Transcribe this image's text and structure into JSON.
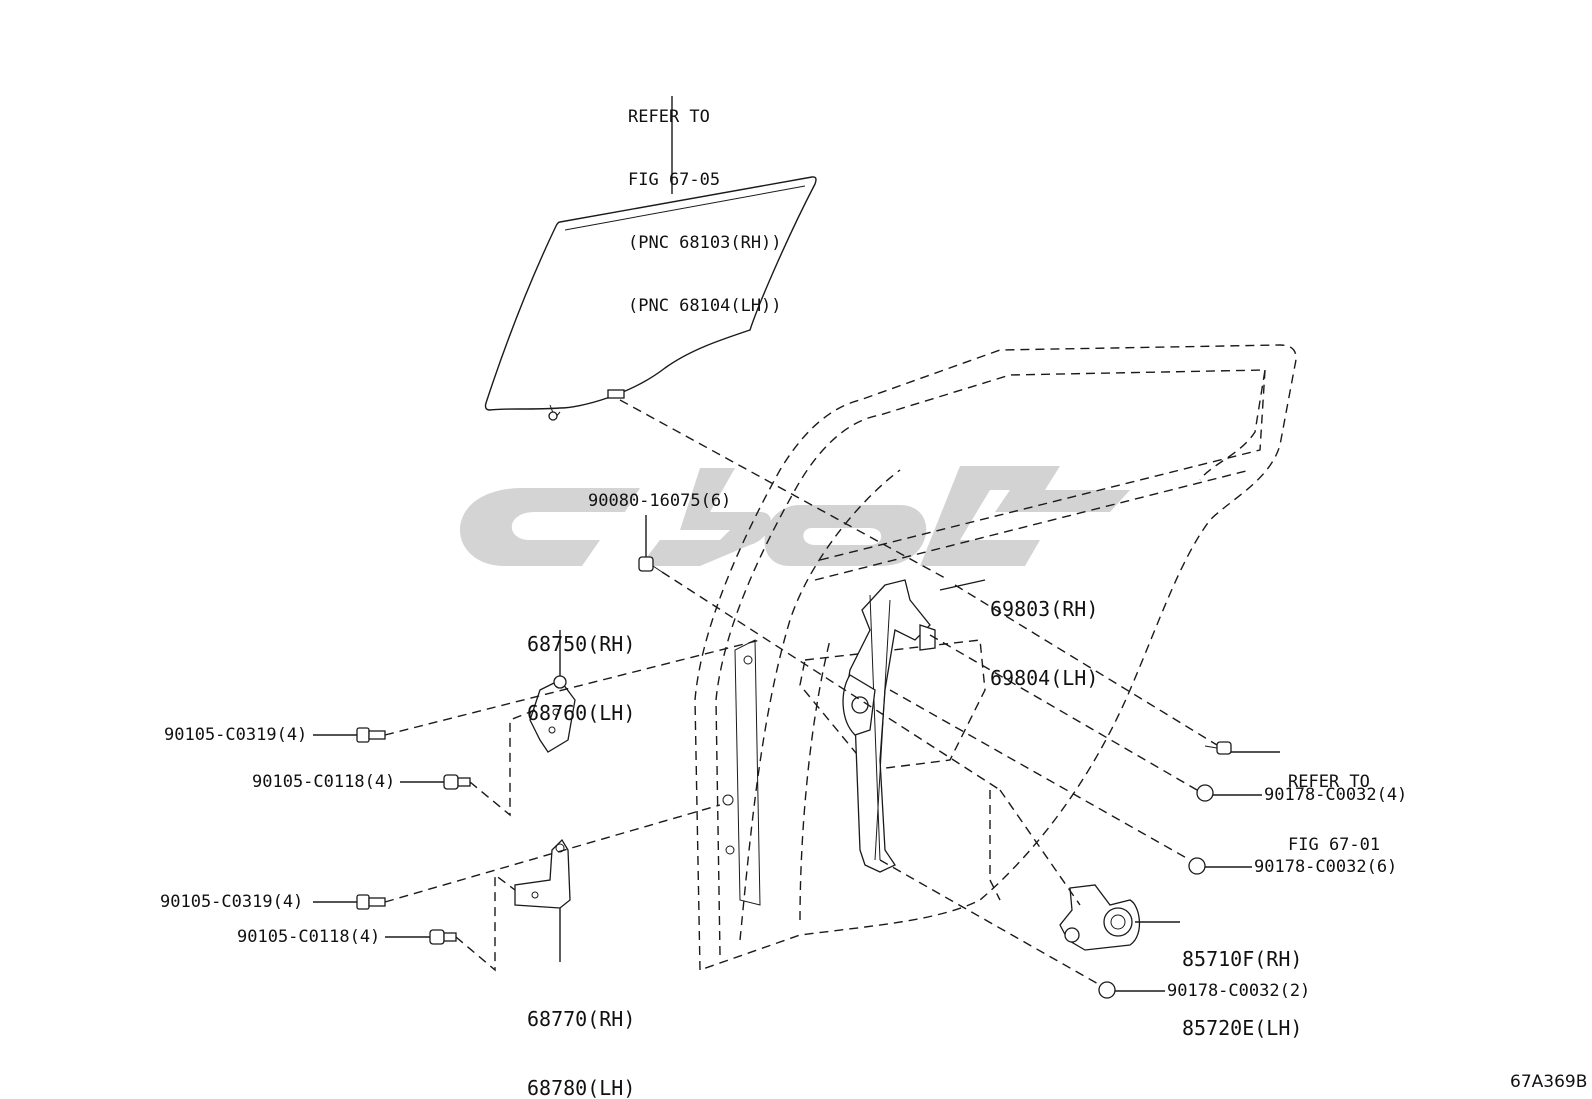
{
  "callouts": {
    "glass_ref": [
      "REFER TO",
      "FIG 67-05",
      "(PNC 68103(RH))",
      "(PNC 68104(LH))"
    ],
    "bolt_top": "90080-16075(6)",
    "hinge_upper": [
      "68750(RH)",
      "68760(LH)"
    ],
    "bolt_c0319_upper": "90105-C0319(4)",
    "bolt_c0118_upper": "90105-C0118(4)",
    "bolt_c0319_lower": "90105-C0319(4)",
    "bolt_c0118_lower": "90105-C0118(4)",
    "hinge_lower": [
      "68770(RH)",
      "68780(LH)"
    ],
    "regulator": [
      "69803(RH)",
      "69804(LH)"
    ],
    "nut_ref": [
      "REFER TO",
      "FIG 67-01"
    ],
    "nut_4": "90178-C0032(4)",
    "nut_6": "90178-C0032(6)",
    "motor": [
      "85710F(RH)",
      "85720E(LH)"
    ],
    "nut_2": "90178-C0032(2)"
  },
  "figure_code": "67A369B",
  "watermark_color": "#cfcfcf"
}
